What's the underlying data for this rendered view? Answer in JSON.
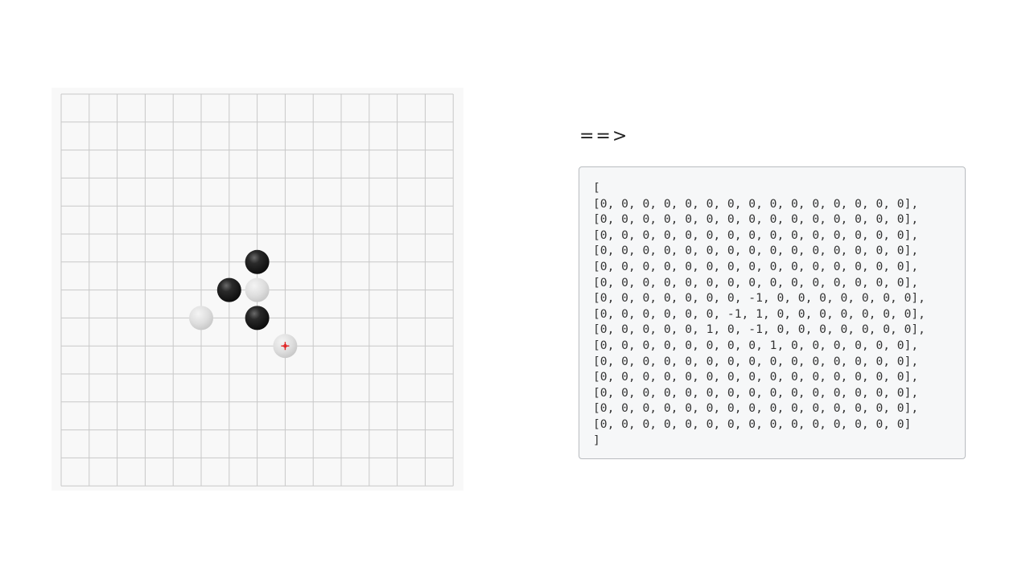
{
  "board": {
    "size": 15,
    "colors": {
      "background": "#f8f8f8",
      "grid_line": "#c8c8c8",
      "black_stone": "#1c1c1c",
      "white_stone": "#dcdcdc",
      "last_move_marker": "#e02020"
    },
    "stones": [
      {
        "row": 6,
        "col": 7,
        "color": "black"
      },
      {
        "row": 7,
        "col": 6,
        "color": "black"
      },
      {
        "row": 7,
        "col": 7,
        "color": "white"
      },
      {
        "row": 8,
        "col": 5,
        "color": "white"
      },
      {
        "row": 8,
        "col": 7,
        "color": "black"
      },
      {
        "row": 9,
        "col": 8,
        "color": "white",
        "last_move": true
      }
    ],
    "last_move_icon": "crosshair-icon"
  },
  "arrow": {
    "text": "==>"
  },
  "matrix": {
    "open_bracket": "[",
    "close_bracket": "]",
    "rows": [
      "[0, 0, 0, 0, 0, 0, 0, 0, 0, 0, 0, 0, 0, 0, 0],",
      "[0, 0, 0, 0, 0, 0, 0, 0, 0, 0, 0, 0, 0, 0, 0],",
      "[0, 0, 0, 0, 0, 0, 0, 0, 0, 0, 0, 0, 0, 0, 0],",
      "[0, 0, 0, 0, 0, 0, 0, 0, 0, 0, 0, 0, 0, 0, 0],",
      "[0, 0, 0, 0, 0, 0, 0, 0, 0, 0, 0, 0, 0, 0, 0],",
      "[0, 0, 0, 0, 0, 0, 0, 0, 0, 0, 0, 0, 0, 0, 0],",
      "[0, 0, 0, 0, 0, 0, 0, -1, 0, 0, 0, 0, 0, 0, 0],",
      "[0, 0, 0, 0, 0, 0, -1, 1, 0, 0, 0, 0, 0, 0, 0],",
      "[0, 0, 0, 0, 0, 1, 0, -1, 0, 0, 0, 0, 0, 0, 0],",
      "[0, 0, 0, 0, 0, 0, 0, 0, 1, 0, 0, 0, 0, 0, 0],",
      "[0, 0, 0, 0, 0, 0, 0, 0, 0, 0, 0, 0, 0, 0, 0],",
      "[0, 0, 0, 0, 0, 0, 0, 0, 0, 0, 0, 0, 0, 0, 0],",
      "[0, 0, 0, 0, 0, 0, 0, 0, 0, 0, 0, 0, 0, 0, 0],",
      "[0, 0, 0, 0, 0, 0, 0, 0, 0, 0, 0, 0, 0, 0, 0],",
      "[0, 0, 0, 0, 0, 0, 0, 0, 0, 0, 0, 0, 0, 0, 0]"
    ]
  }
}
